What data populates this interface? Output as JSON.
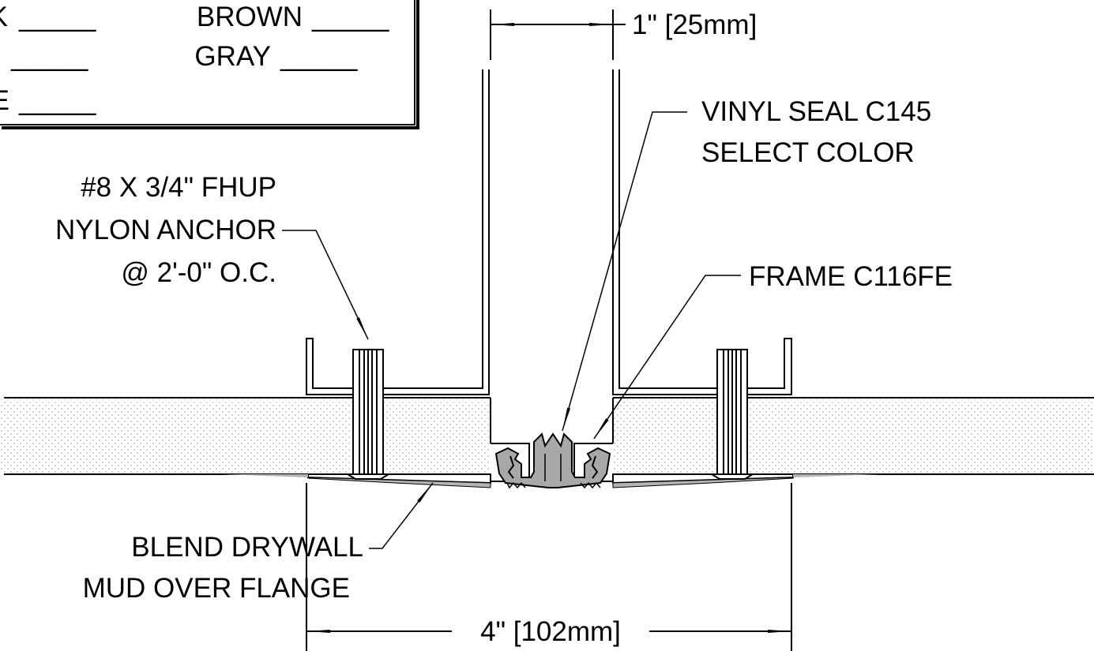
{
  "color_legend": {
    "items": [
      {
        "label": "K",
        "blank": "_____"
      },
      {
        "label": "BROWN",
        "blank": "_____"
      },
      {
        "label": "",
        "blank": "_____"
      },
      {
        "label": "GRAY",
        "blank": "_____"
      },
      {
        "label": "E",
        "blank": "_____"
      }
    ]
  },
  "dimensions": {
    "seal_gap": "1\" [25mm]",
    "overall_width": "4\" [102mm]"
  },
  "callouts": {
    "vinyl_seal_line1": "VINYL SEAL C145",
    "vinyl_seal_line2": "SELECT COLOR",
    "anchor_line1": "#8 X 3/4\" FHUP",
    "anchor_line2": "NYLON ANCHOR",
    "anchor_line3": "@ 2'-0\" O.C.",
    "frame": "FRAME C116FE",
    "drywall_line1": "BLEND DRYWALL",
    "drywall_line2": "MUD OVER FLANGE"
  },
  "colors": {
    "line": "#000000",
    "seal": "#a8a8a8",
    "mud": "#b4b4b4",
    "stipple": "#9a9a9a"
  }
}
